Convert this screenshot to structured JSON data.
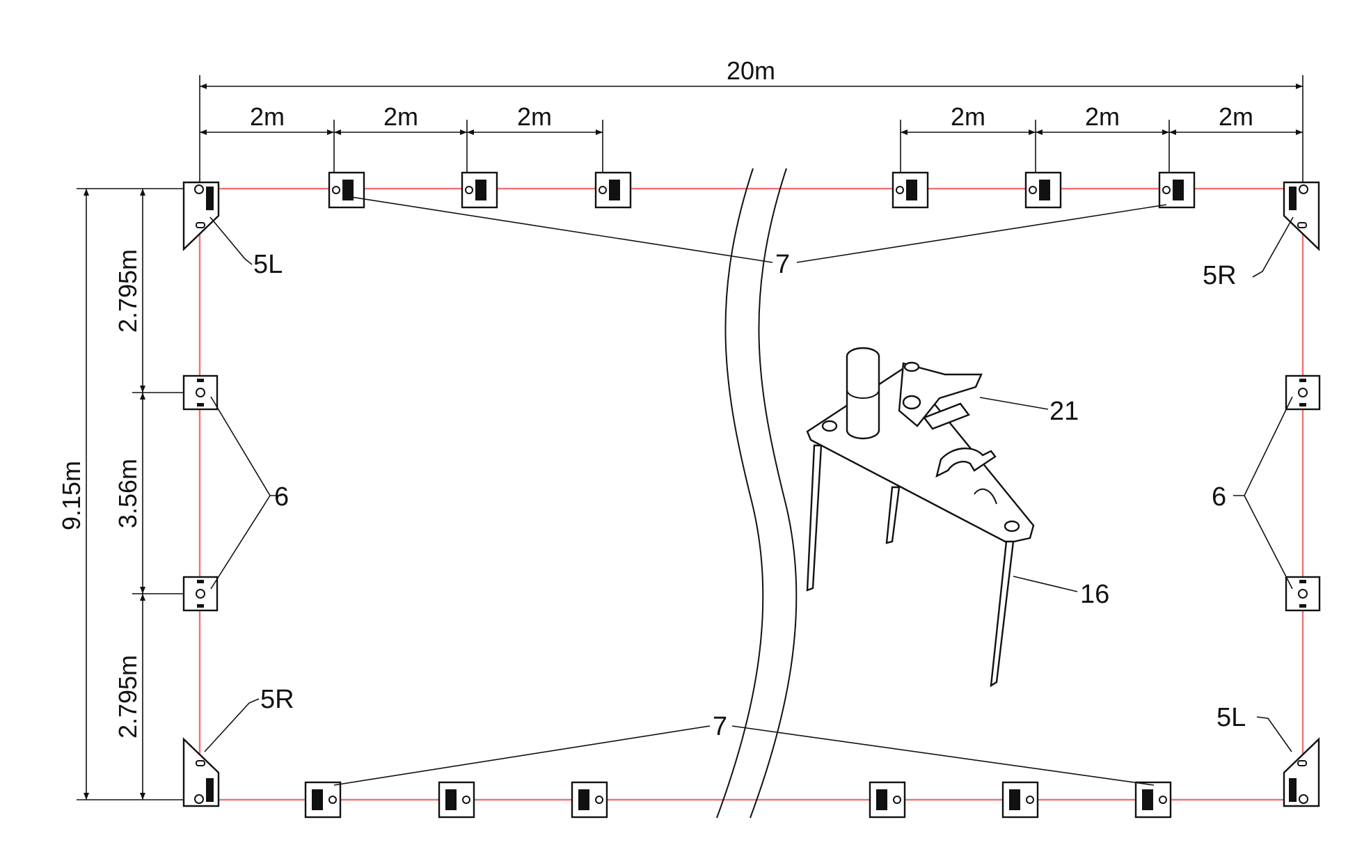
{
  "dimensions": {
    "overall_width": "20m",
    "top_left_spacings": [
      "2m",
      "2m",
      "2m"
    ],
    "top_right_spacings": [
      "2m",
      "2m",
      "2m"
    ],
    "overall_height": "9.15m",
    "side_segments": [
      "2.795m",
      "3.56m",
      "2.795m"
    ]
  },
  "callouts": {
    "corner_top_left": "5L",
    "corner_top_right": "5R",
    "corner_bottom_left": "5R",
    "corner_bottom_right": "5L",
    "side_left": "6",
    "side_right": "6",
    "top_anchors": "7",
    "bottom_anchors": "7",
    "detail_bracket": "21",
    "detail_spike": "16"
  },
  "colors": {
    "perimeter_line": "#f07070",
    "linework": "#111111"
  }
}
